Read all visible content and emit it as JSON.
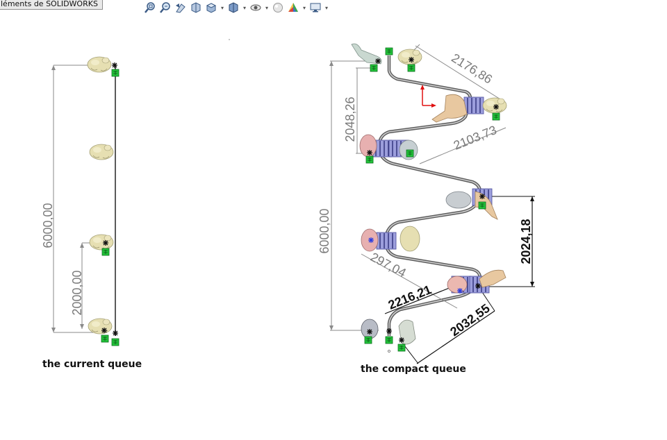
{
  "app": {
    "tab_label": "léments de SOLIDWORKS"
  },
  "toolbar": {
    "buttons": [
      {
        "icon": "zoom-to-fit-icon",
        "dropdown": false
      },
      {
        "icon": "zoom-to-area-icon",
        "dropdown": false
      },
      {
        "icon": "previous-view-icon",
        "dropdown": false
      },
      {
        "icon": "section-view-icon",
        "dropdown": false
      },
      {
        "icon": "view-orientation-icon",
        "dropdown": true
      },
      {
        "icon": "display-style-icon",
        "dropdown": true
      },
      {
        "icon": "hide-show-items-icon",
        "dropdown": true
      },
      {
        "icon": "edit-appearance-icon",
        "dropdown": false
      },
      {
        "icon": "apply-scene-icon",
        "dropdown": true
      },
      {
        "icon": "view-settings-icon",
        "dropdown": true
      }
    ]
  },
  "current_queue": {
    "caption": "the current queue",
    "dim_total": "6000,00",
    "dim_spacing": "2000,00"
  },
  "compact_queue": {
    "caption": "the compact queue",
    "dim_total": "6000,00",
    "dim_height": "2048,26",
    "dim_top_diag": "2176,86",
    "dim_mid_diag": "2103,73",
    "dim_right_vertical": "2024,18",
    "dim_left_diag": "297,04",
    "dim_lower_diag": "2216,21",
    "dim_bottom_diag": "2032,55"
  },
  "colors": {
    "dimension_line": "#8a8a8a",
    "dimension_text": "#7a7a7a",
    "path_line": "#5a5a5a",
    "mate_green": "#22c43a",
    "axis_red": "#e01010",
    "conveyor_blue": "#8c8ed8"
  }
}
